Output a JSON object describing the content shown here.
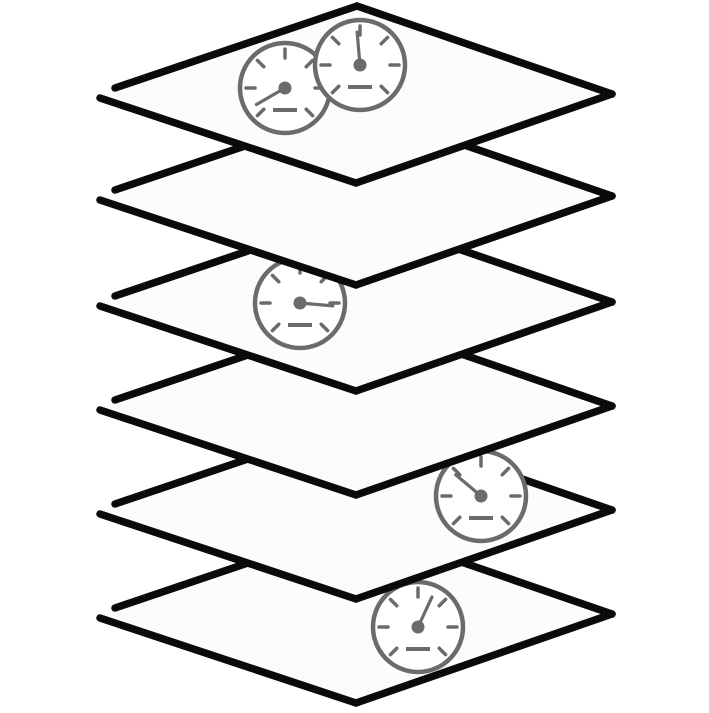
{
  "diagram": {
    "layer_count": 6,
    "colors": {
      "outline": "#0a0a0a",
      "layer_fill": "#fcfcfc",
      "gauge": "#6b6b6b",
      "background": "#ffffff"
    },
    "layers": [
      {
        "id": "layer-1",
        "gauges": [
          {
            "icon": "speedometer-icon",
            "needle_deg": -120
          },
          {
            "icon": "speedometer-icon",
            "needle_deg": -5
          }
        ]
      },
      {
        "id": "layer-2",
        "gauges": []
      },
      {
        "id": "layer-3",
        "gauges": [
          {
            "icon": "speedometer-icon",
            "needle_deg": 95
          }
        ]
      },
      {
        "id": "layer-4",
        "gauges": []
      },
      {
        "id": "layer-5",
        "gauges": [
          {
            "icon": "speedometer-icon",
            "needle_deg": -50
          }
        ]
      },
      {
        "id": "layer-6",
        "gauges": [
          {
            "icon": "speedometer-icon",
            "needle_deg": 25
          }
        ]
      }
    ]
  }
}
